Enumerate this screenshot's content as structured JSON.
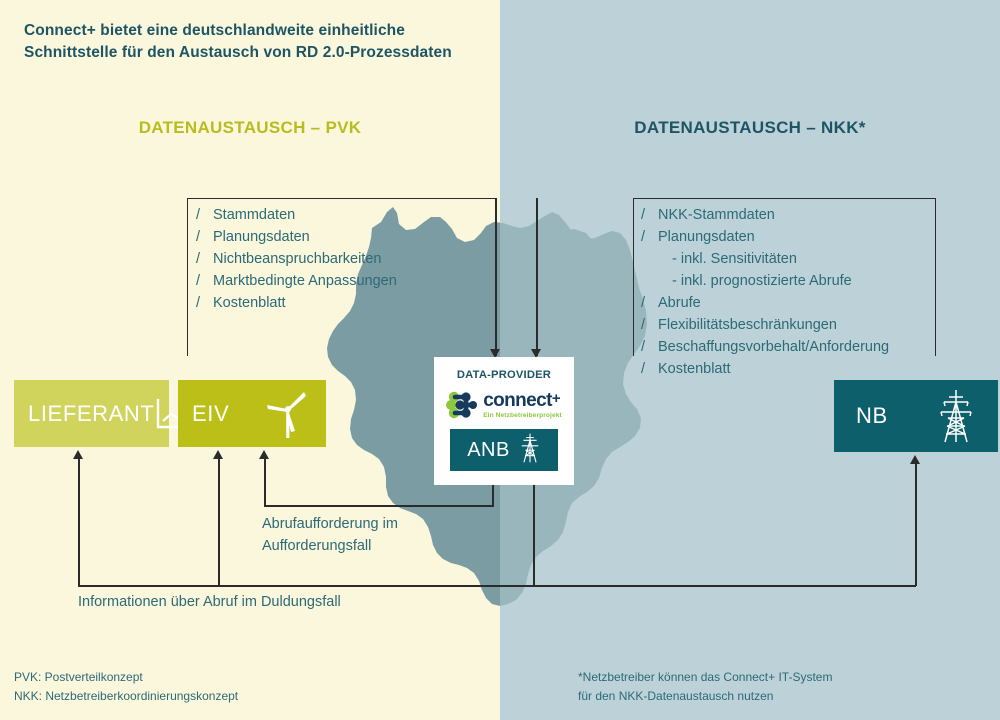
{
  "title": "Connect+ bietet eine deutschlandweite einheitliche Schnittstelle für den Austausch von RD 2.0-Prozessdaten",
  "sections": {
    "left_heading": "DATENAUSTAUSCH – PVK",
    "right_heading": "DATENAUSTAUSCH – NKK*"
  },
  "left_list": [
    {
      "marker": "/",
      "text": "Stammdaten",
      "sub": false
    },
    {
      "marker": "/",
      "text": "Planungsdaten",
      "sub": false
    },
    {
      "marker": "/",
      "text": "Nichtbeanspruchbarkeiten",
      "sub": false
    },
    {
      "marker": "/",
      "text": "Marktbedingte Anpassungen",
      "sub": false
    },
    {
      "marker": "/",
      "text": "Kostenblatt",
      "sub": false
    }
  ],
  "right_list": [
    {
      "marker": "/",
      "text": "NKK-Stammdaten",
      "sub": false
    },
    {
      "marker": "/",
      "text": "Planungsdaten",
      "sub": false
    },
    {
      "marker": "/",
      "text": "- inkl. Sensitivitäten",
      "sub": true
    },
    {
      "marker": "/",
      "text": "- inkl. prognostizierte Abrufe",
      "sub": true
    },
    {
      "marker": "/",
      "text": "Abrufe",
      "sub": false
    },
    {
      "marker": "/",
      "text": "Flexibilitätsbeschränkungen",
      "sub": false
    },
    {
      "marker": "/",
      "text": "Beschaffungsvorbehalt/Anforderung",
      "sub": false
    },
    {
      "marker": "/",
      "text": "Kostenblatt",
      "sub": false
    }
  ],
  "entities": {
    "lieferant": {
      "label": "LIEFERANT",
      "icon": "chart-trend-icon",
      "color": "#d1d45c"
    },
    "eiv": {
      "label": "EIV",
      "icon": "wind-turbine-icon",
      "color": "#bcbf18"
    },
    "nb": {
      "label": "NB",
      "icon": "power-pylon-icon",
      "color": "#0d5f6b"
    }
  },
  "data_provider": {
    "title": "DATA-PROVIDER",
    "logo_wordmark": "connect",
    "logo_plus": "+",
    "logo_tagline": "Ein Netzbetreiberprojekt",
    "anb_label": "ANB",
    "anb_icon": "power-pylon-icon"
  },
  "annotations": {
    "abruf": "Abrufaufforderung im Aufforderungsfall",
    "info": "Informationen über Abruf im Duldungsfall"
  },
  "footer": {
    "left": "PVK: Postverteilkonzept\nNKK: Netzbetreiberkoordinierungskonzept",
    "right": "*Netzbetreiber können das Connect+ IT-System\n für den NKK-Datenaustausch nutzen"
  },
  "colors": {
    "bg_left": "#faf7dc",
    "bg_right": "#bcd2d8",
    "map_left": "#7c9ca4",
    "map_right": "#9ab6bd",
    "teal": "#1d5565",
    "text_teal": "#2c6a77",
    "olive": "#bcbf18",
    "lime": "#d1d45c",
    "dark_teal": "#0d5f6b",
    "logo_green": "#8dc63f",
    "logo_navy": "#153a5c"
  }
}
